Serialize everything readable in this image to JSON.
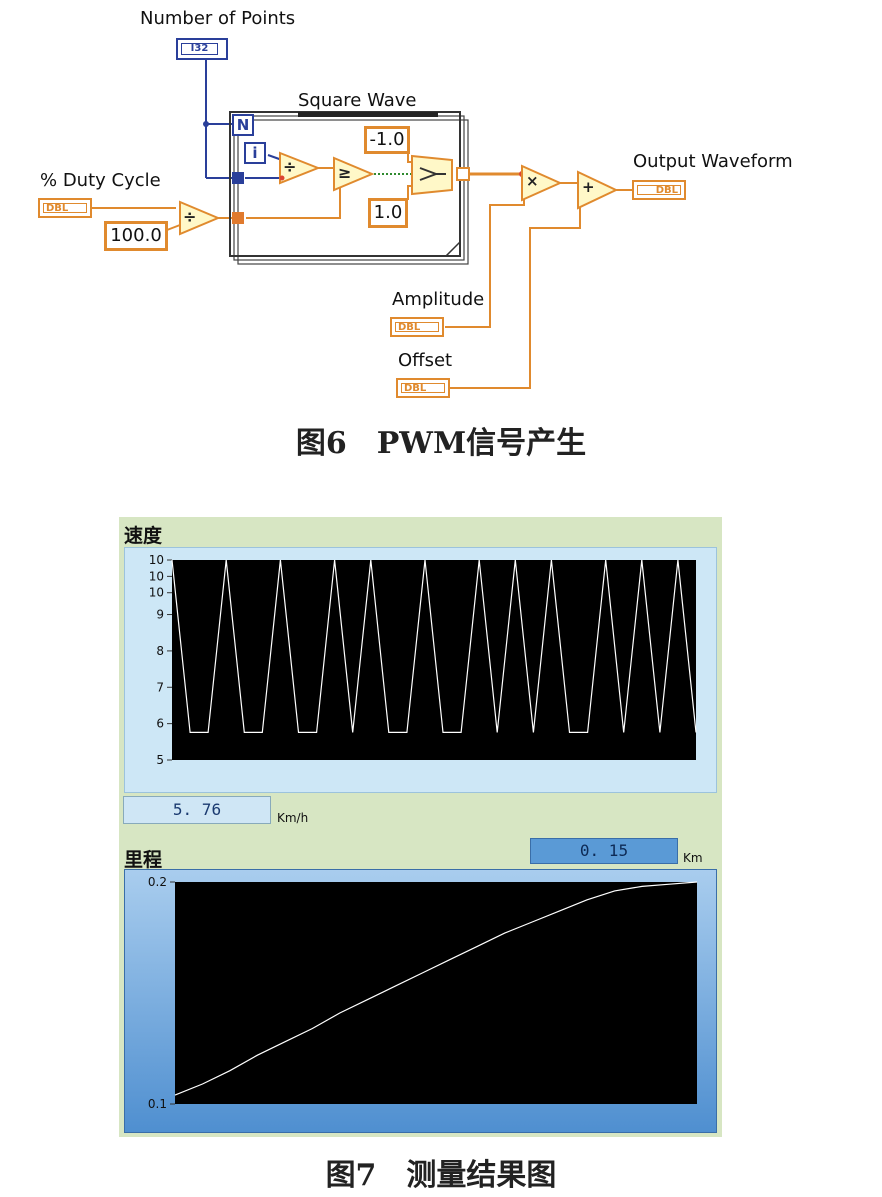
{
  "figure6": {
    "caption": "图6　PWM信号产生",
    "labels": {
      "number_of_points": "Number of Points",
      "square_wave": "Square Wave",
      "duty_cycle": "% Duty Cycle",
      "output_waveform": "Output Waveform",
      "amplitude": "Amplitude",
      "offset": "Offset"
    },
    "terminals": {
      "i32": "I32",
      "dbl": "DBL",
      "n": "N",
      "i": "i"
    },
    "constants": {
      "hundred": "100.0",
      "neg_one": "-1.0",
      "one": "1.0"
    },
    "operators": {
      "divide": "÷",
      "ge": "≥",
      "multiply": "×",
      "add": "+"
    }
  },
  "figure7": {
    "caption": "图7　测量结果图",
    "speed": {
      "title": "速度",
      "value": "5. 76",
      "unit": "Km/h",
      "y_ticks": [
        "10",
        "10",
        "10",
        "9",
        "8",
        "7",
        "6",
        "5"
      ]
    },
    "distance": {
      "title": "里程",
      "value": "0. 15",
      "unit": "Km",
      "y_ticks": [
        "0.2",
        "0.1"
      ]
    }
  },
  "colors": {
    "orange_wire": "#e08a2e",
    "blue_wire": "#2a3f9a",
    "panel_bg": "#d7e6c3",
    "graph_bg": "#000000",
    "indicator_bg": "#cfe6f5",
    "indicator_dark": "#5a9ad6"
  },
  "chart_data": [
    {
      "type": "line",
      "title": "速度",
      "ylim": [
        5,
        10.5
      ],
      "grid": false,
      "series": [
        {
          "x": [
            0,
            1,
            2,
            3,
            4,
            5,
            6,
            7,
            8,
            9,
            10,
            11,
            12,
            13,
            14,
            15,
            16,
            17,
            18,
            19,
            20,
            21,
            22,
            23,
            24,
            25,
            26,
            27,
            28,
            29
          ],
          "values": [
            10.5,
            5.76,
            5.76,
            10.5,
            5.76,
            5.76,
            10.5,
            5.76,
            5.76,
            10.5,
            5.76,
            10.5,
            5.76,
            5.76,
            10.5,
            5.76,
            5.76,
            10.5,
            5.76,
            10.5,
            5.76,
            10.5,
            5.76,
            5.76,
            10.5,
            5.76,
            10.5,
            5.76,
            10.5,
            5.76
          ]
        }
      ]
    },
    {
      "type": "line",
      "title": "里程",
      "ylim": [
        0.1,
        0.2
      ],
      "grid": false,
      "series": [
        {
          "x": [
            0,
            1,
            2,
            3,
            4,
            5,
            6,
            7,
            8,
            9,
            10,
            11,
            12,
            13,
            14,
            15,
            16,
            17,
            18,
            19
          ],
          "values": [
            0.104,
            0.109,
            0.115,
            0.122,
            0.128,
            0.134,
            0.141,
            0.147,
            0.153,
            0.159,
            0.165,
            0.171,
            0.177,
            0.182,
            0.187,
            0.192,
            0.196,
            0.198,
            0.199,
            0.2
          ]
        }
      ]
    }
  ]
}
